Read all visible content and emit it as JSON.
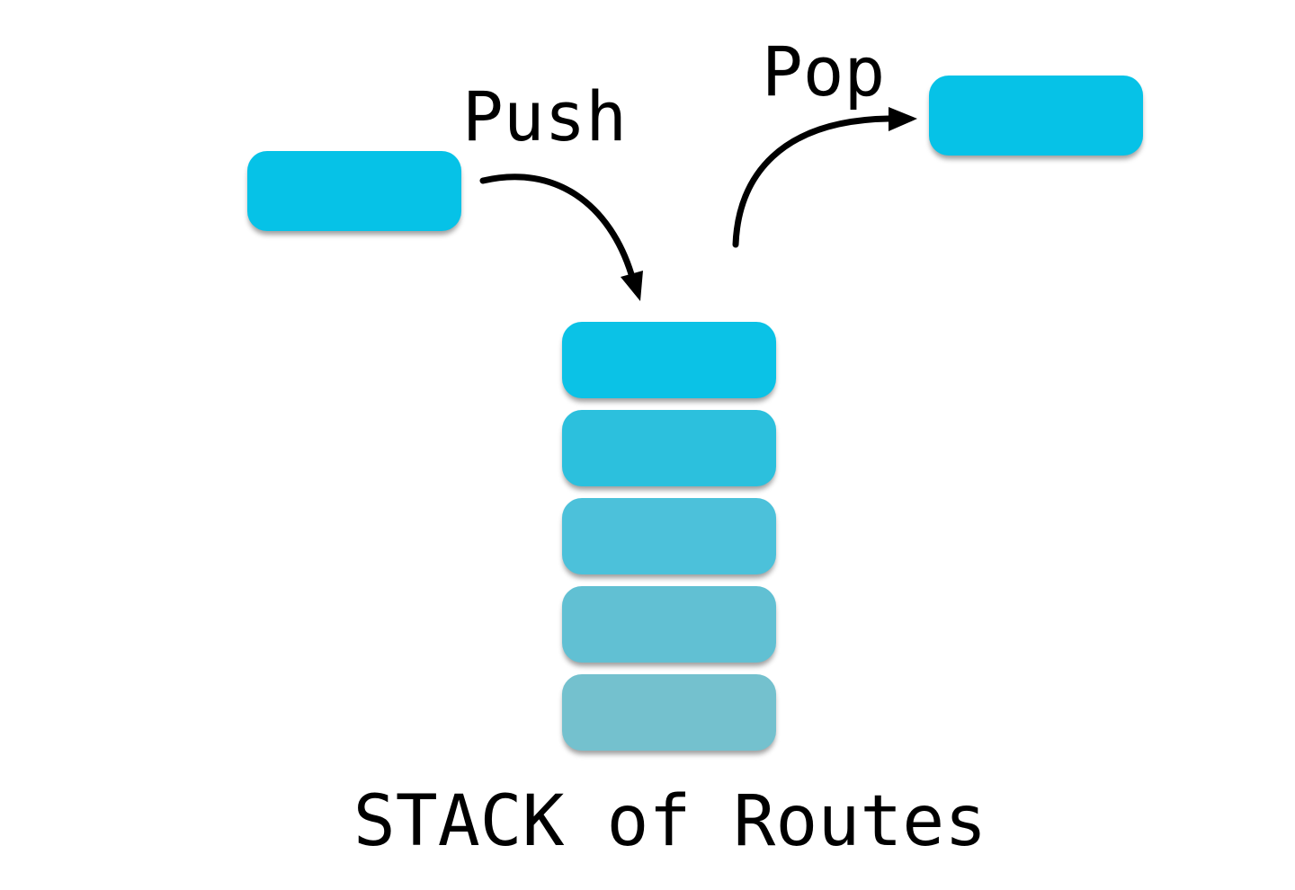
{
  "diagram": {
    "push_label": "Push",
    "pop_label": "Pop",
    "caption": "STACK of Routes",
    "colors": {
      "incoming_route": "#06c2e7",
      "popped_route": "#06c2e7",
      "arrow": "#000000",
      "text": "#000000",
      "background": "#ffffff",
      "stack_levels": [
        "#0bc2e6",
        "#2cc0dd",
        "#4cc1da",
        "#61c0d3",
        "#74c1ce"
      ]
    },
    "stack_level_count": 5
  }
}
